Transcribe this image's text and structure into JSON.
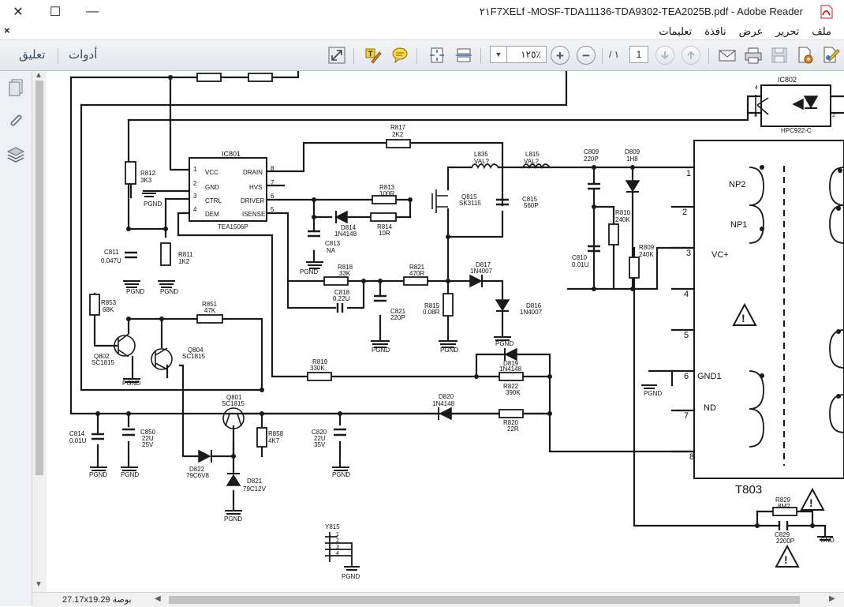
{
  "window": {
    "title": "٢١F7XELf -MOSF-TDA11136-TDA9302-TEA2025B.pdf - Adobe Reader",
    "minimize_glyph": "✕",
    "restore_glyph": "☐",
    "close_glyph": "—"
  },
  "menubar": {
    "close_glyph": "×",
    "items": [
      "ملف",
      "تحرير",
      "عرض",
      "نافذة",
      "تعليمات"
    ]
  },
  "toolbar": {
    "tools_label": "أدوات",
    "comment_label": "تعليق",
    "zoom_value": "١٢٥٪",
    "page_current": "1",
    "page_total": "/ ١"
  },
  "statusbar": {
    "page_size": "27.17x19.29 بوصة"
  },
  "schematic": {
    "labels": {
      "ic801": "IC801",
      "ic802": "IC802",
      "ic_name": "TEA1506P",
      "hpc": "HPC922-C",
      "vcc": "VCC",
      "gnd": "GND",
      "ctrl": "CTRL",
      "dem": "DEM",
      "drain": "DRAIN",
      "hvs": "HVS",
      "driver": "DRIVER",
      "isense": "ISENSE",
      "r812": "R812",
      "r812v": "3K3",
      "r811": "R811",
      "r811v": "1K2",
      "c811": "C811",
      "c811v": "0.047U",
      "r853": "R853",
      "r853v": "68K",
      "r851": "R851",
      "r851v": "47K",
      "q802": "Q802",
      "q802v": "SC1815",
      "q804": "Q804",
      "q804v": "SC1815",
      "q801": "Q801",
      "q801v": "SC1815",
      "r858": "R858",
      "r858v": "4K7",
      "c814": "C814",
      "c814v": "0.01U",
      "c850": "C850",
      "c850v1": "22U",
      "c850v2": "25V",
      "c820": "C820",
      "c820v1": "22U",
      "c820v2": "35V",
      "d822": "D822",
      "d822v": "79C6V8",
      "d821": "D821",
      "d821v": "79C12V",
      "r817": "R817",
      "r817v": "2K2",
      "l835": "L835",
      "l835v": "VAL?",
      "l815": "L815",
      "l815v": "VAL?",
      "r813": "R813",
      "r813v": "100R",
      "r814": "R814",
      "r814v": "10R",
      "d814": "D814",
      "d814v": "1N4148",
      "c813": "C813",
      "c813v": "NA",
      "q815": "Q815",
      "q815v": "SK3115",
      "c815": "C815",
      "c815v": "560P",
      "r818": "R818",
      "r818v": "33K",
      "c818": "C818",
      "c818v": "0.22U",
      "r821": "R821",
      "r821v": "470R",
      "c821": "C821",
      "c821v": "220P",
      "r815": "R815",
      "r815v": "0.08R",
      "d817": "D817",
      "d817v": "1N4007",
      "d816": "D816",
      "d816v": "1N4007",
      "r819": "R819",
      "r819v": "330K",
      "d819": "D819",
      "d819v": "1N4148",
      "r822": "R822",
      "r822v": "390K",
      "d820": "D820",
      "d820v": "1N4148",
      "r820": "R820",
      "r820v": "22R",
      "c809": "C809",
      "c809v": "220P",
      "d809": "D809",
      "d809v": "1H8",
      "r810": "R810",
      "r810v": "240K",
      "c810": "C810",
      "c810v": "0.01U",
      "r809": "R809",
      "r809v": "240K",
      "np2": "NP2",
      "np1": "NP1",
      "vcplus": "VC+",
      "gnd1": "GND1",
      "nd": "ND",
      "t803": "T803",
      "r829": "R829",
      "r829v": "8M2",
      "c829": "C829",
      "c829v": "2200P",
      "y815": "Y815",
      "pgnd": "PGND",
      "gnd_label": "GND",
      "pin1": "1",
      "pin2": "2",
      "pin3": "3",
      "pin4": "4",
      "pin5": "5",
      "pin6": "6",
      "pin7": "7",
      "pin8": "8"
    }
  }
}
